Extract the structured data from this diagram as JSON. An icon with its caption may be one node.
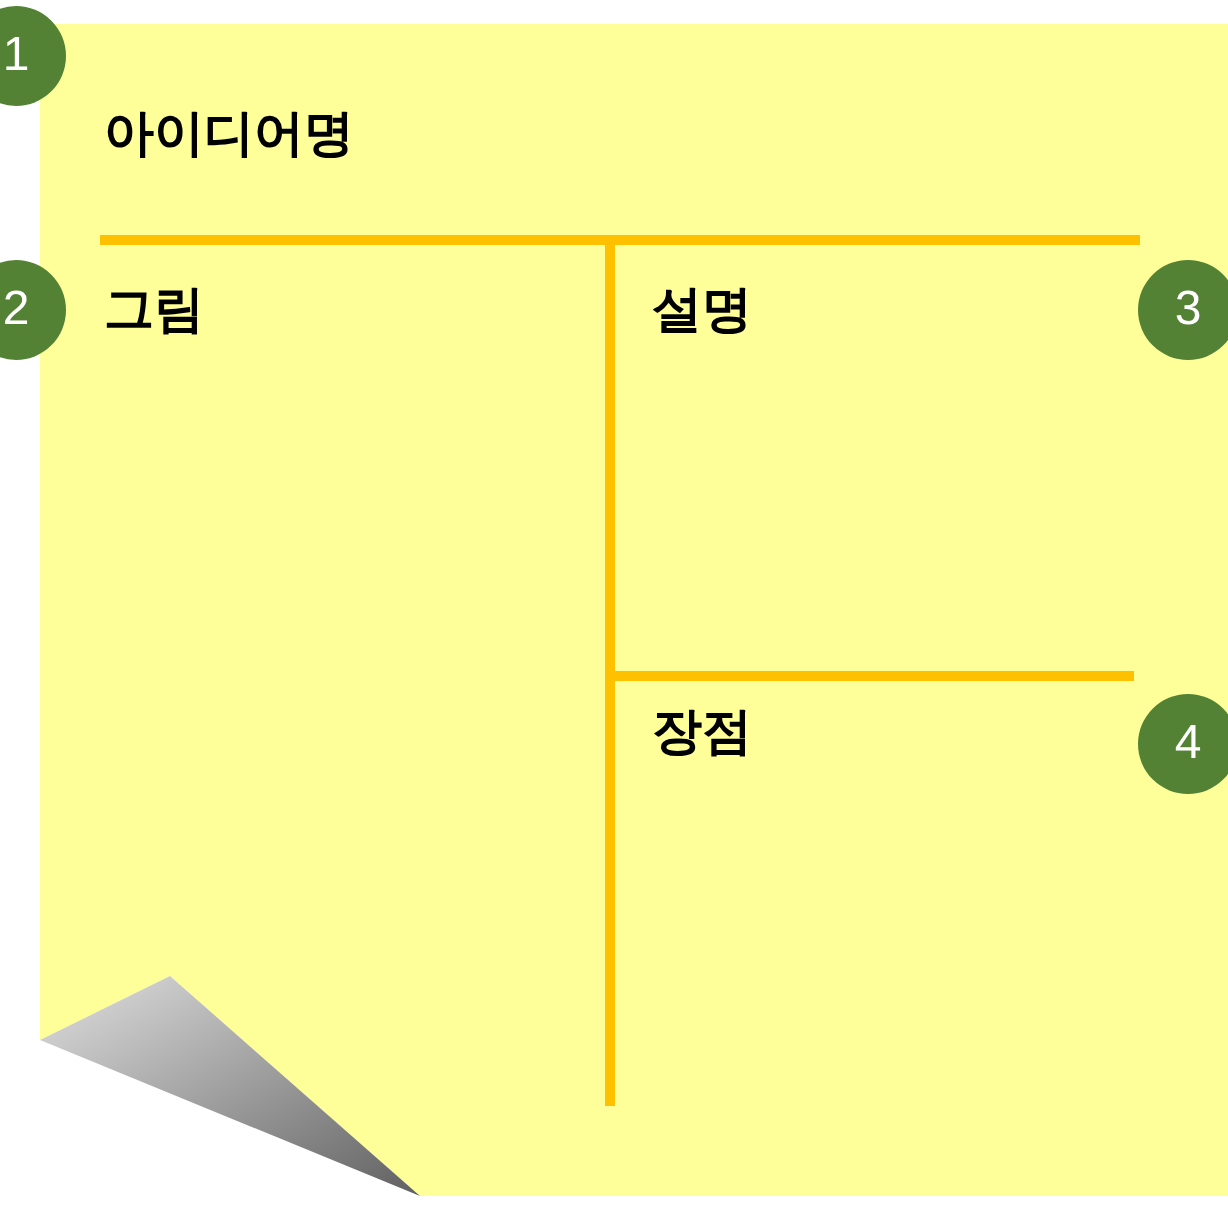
{
  "diagram": {
    "nodes": [
      {
        "text": [
          "1"
        ]
      },
      {
        "text": [
          "2"
        ]
      },
      {
        "text": [
          "3"
        ]
      },
      {
        "text": [
          "4"
        ]
      }
    ],
    "labels": [
      "아이디어명",
      "그림",
      "설명",
      "장점"
    ]
  }
}
